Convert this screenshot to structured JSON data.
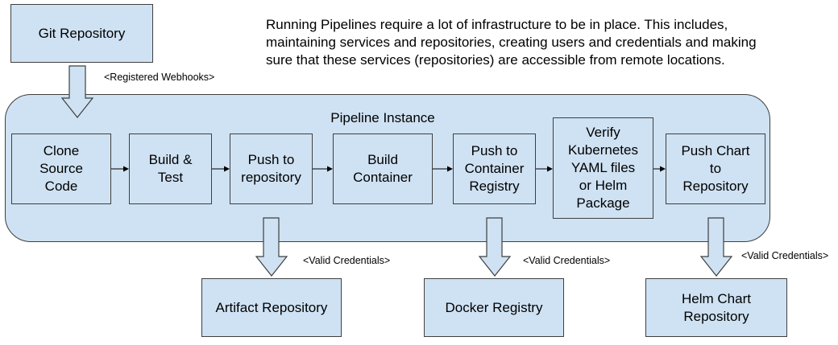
{
  "description": "Running Pipelines require a lot of infrastructure to be in place. This includes,\nmaintaining services and repositories, creating users and credentials and making\nsure that these services (repositories) are accessible from remote locations.",
  "source": "Git Repository",
  "webhook_label": "<Registered Webhooks>",
  "pipeline_title": "Pipeline Instance",
  "steps": [
    "Clone\nSource\nCode",
    "Build &\nTest",
    "Push to\nrepository",
    "Build\nContainer",
    "Push to\nContainer\nRegistry",
    "Verify\nKubernetes\nYAML files\nor Helm\nPackage",
    "Push Chart\nto\nRepository"
  ],
  "targets": [
    {
      "name": "Artifact Repository",
      "label": "<Valid Credentials>"
    },
    {
      "name": "Docker Registry",
      "label": "<Valid Credentials>"
    },
    {
      "name": "Helm Chart\nRepository",
      "label": "<Valid Credentials>"
    }
  ],
  "colors": {
    "fill": "#cfe2f3",
    "stroke": "#3f3f3f"
  }
}
